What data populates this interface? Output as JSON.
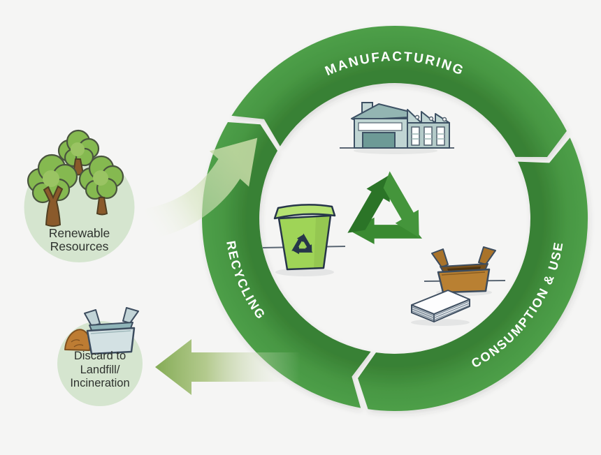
{
  "diagram": {
    "type": "circular-lifecycle",
    "background_color": "#f5f5f4",
    "ring": {
      "color_outer": "#4e9f48",
      "color_inner": "#398134",
      "text_color": "#ffffff",
      "flow_direction": "clockwise",
      "segments": [
        {
          "id": "manufacturing",
          "label": "MANUFACTURING",
          "position": "top"
        },
        {
          "id": "consumption",
          "label": "CONSUMPTION & USE",
          "position": "right"
        },
        {
          "id": "recycling",
          "label": "RECYCLING",
          "position": "left"
        }
      ]
    },
    "center_icons": [
      "factory-icon",
      "recycle-bin-icon",
      "recycling-symbol-icon",
      "cardboard-box-icon",
      "paper-stack-icon"
    ],
    "nodes": {
      "renewable": {
        "icon": "trees-icon",
        "circle_color": "#d5e5cf",
        "lines": [
          "Renewable",
          "Resources"
        ]
      },
      "discard": {
        "icon": "waste-box-icon",
        "circle_color": "#d5e5cf",
        "lines": [
          "Discard to",
          "Landfill/",
          "Incineration"
        ]
      }
    },
    "arrows": [
      {
        "name": "renewable-input-arrow",
        "description": "curved translucent green arrow from renewable resources into cycle",
        "color": "#c1d8a2"
      },
      {
        "name": "discard-output-arrow",
        "description": "left-pointing gradient arrow from cycle to discard node",
        "color": "#7fa84e"
      }
    ],
    "accent_colors": {
      "recycle_symbol_dark": "#2b7427",
      "recycle_symbol_mid": "#44953b",
      "bin_green": "#9fd457",
      "tree_foliage": "#85b950",
      "trunk_brown": "#8a5a2b",
      "cardboard_brown": "#b98032",
      "factory_gray_blue": "#c0d5d3",
      "label_text": "#2e322e"
    }
  }
}
